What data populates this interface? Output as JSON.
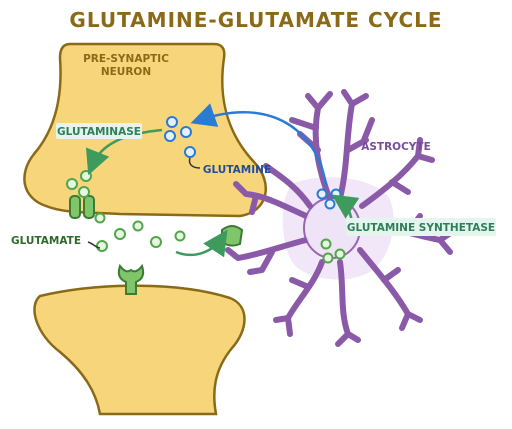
{
  "title": "GLUTAMINE-GLUTAMATE CYCLE",
  "labels": {
    "presynaptic_line1": "PRE-SYNAPTIC",
    "presynaptic_line2": "NEURON",
    "glutaminase": "GLUTAMINASE",
    "glutamine": "GLUTAMINE",
    "astrocyte": "ASTROCYTE",
    "glutamine_synthetase": "GLUTAMINE SYNTHETASE",
    "glutamate": "GLUTAMATE"
  },
  "colors": {
    "title": "#8a6a17",
    "neuron_fill": "#f7d57a",
    "neuron_stroke": "#8a6a17",
    "glutamine_blue": "#2a7bd4",
    "glutamate_green": "#52a64a",
    "astrocyte_purple": "#8a5aa8",
    "label_bg_green": "#e4f5ee",
    "astro_glow": "#efe3f7"
  }
}
